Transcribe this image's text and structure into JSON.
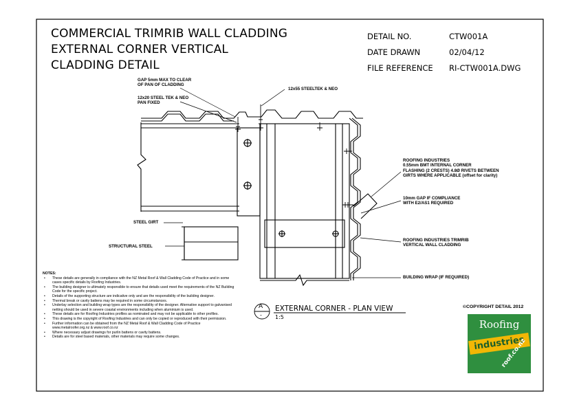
{
  "title": {
    "line1": "COMMERCIAL TRIMRIB WALL CLADDING",
    "line2": "EXTERNAL CORNER VERTICAL",
    "line3": "CLADDING DETAIL"
  },
  "meta": {
    "detail_no_label": "DETAIL NO.",
    "detail_no_value": "CTW001A",
    "date_label": "DATE DRAWN",
    "date_value": "02/04/12",
    "file_label": "FILE REFERENCE",
    "file_value": "RI-CTW001A.DWG"
  },
  "labels": {
    "gap": [
      "GAP 5mm MAX TO CLEAR",
      "OF PAN OF CLADDING"
    ],
    "tek_12x20": [
      "12x20 STEEL TEK & NEO",
      "PAN FIXED"
    ],
    "tek_12x55": "12x55 STEELTEK & NEO",
    "internal_corner": [
      "ROOFING INDUSTRIES",
      "0.55mm BMT INTERNAL CORNER",
      "FLASHING (2 CRESTS) 4.8Ø RIVETS BETWEEN",
      "GIRTS WHERE APPLICABLE (offset for clarity)"
    ],
    "gap_10mm": [
      "10mm GAP IF COMPLIANCE",
      "WITH E2/AS1 REQUIRED"
    ],
    "steel_girt": "STEEL GIRT",
    "structural_steel": "STRUCTURAL STEEL",
    "trimrib": [
      "ROOFING INDUSTRIES TRIMRIB",
      "VERTICAL WALL CLADDING"
    ],
    "building_wrap": "BUILDING WRAP (IF REQUIRED)"
  },
  "view": {
    "marker_letter": "A",
    "marker_sub": "-",
    "title": "EXTERNAL CORNER - PLAN VIEW",
    "scale": "1:5"
  },
  "copyright": "©COPYRIGHT DETAIL 2012",
  "notes": {
    "heading": "NOTES:",
    "items": [
      "These details are generally in compliance with the NZ Metal Roof & Wall Cladding Code of Practice and in some cases specific details by Roofing Industries.",
      "The building designer is ultimately responsible to ensure that details used meet the requirements of the NZ Building Code for the specific project.",
      "Details of the supporting structure are indicative only and are the responsibility of the building designer.",
      "Thermal break or cavity battens may be required in some circumstances.",
      "Underlay selection and building wrap types are the responsibility of the designer. Alternative support to galvanised netting should be used in severe coastal environments including when aluminium is used.",
      "These details are for Roofing Industries profiles as nominated and may not be applicable to other profiles.",
      "This drawing is the copyright of Roofing Industries and can only be copied or reproduced with their permission.",
      "Further information can be obtained from the NZ Metal Roof & Wall Cladding Code of Practice www.metalroofer.org.nz & www.roof.co.nz",
      "Where necessary adjust drawings for purlin battens or cavity battens.",
      "Details are for steel based materials, other materials may require some changes."
    ]
  },
  "logo": {
    "word1": "Roofing",
    "word2": "industries",
    "url": "roof.co.nz"
  }
}
